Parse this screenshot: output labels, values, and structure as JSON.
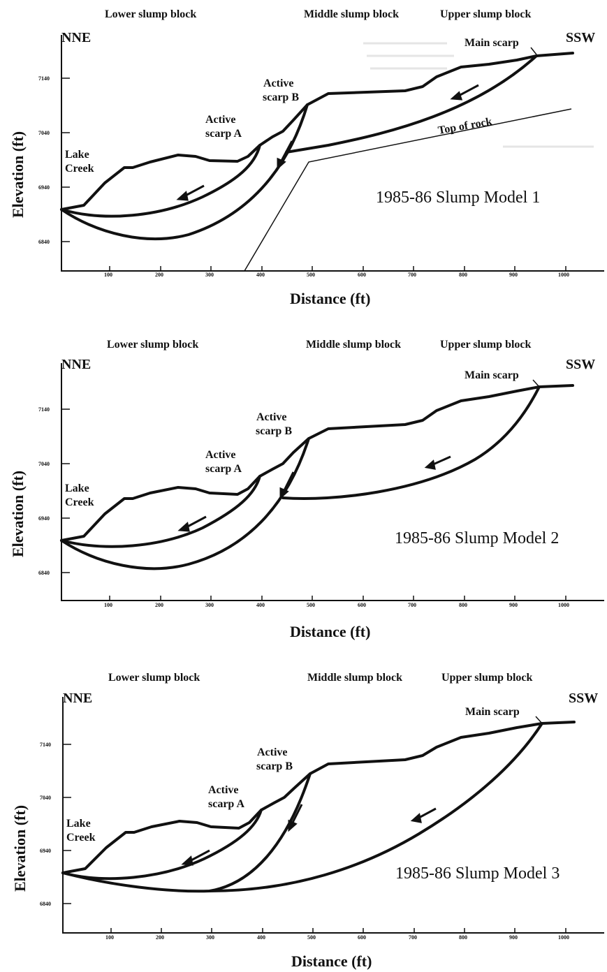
{
  "panels": [
    {
      "title": "1985-86 Slump Model 1",
      "block_labels": {
        "lower": "Lower slump block",
        "middle": "Middle slump block",
        "upper": "Upper slump block"
      },
      "direction_left": "NNE",
      "direction_right": "SSW",
      "annotations": {
        "lake_creek_1": "Lake",
        "lake_creek_2": "Creek",
        "active_a_1": "Active",
        "active_a_2": "scarp A",
        "active_b_1": "Active",
        "active_b_2": "scarp B",
        "main_scarp": "Main scarp",
        "top_of_rock": "Top of rock"
      },
      "y_label": "Elevation (ft)",
      "x_label": "Distance (ft)",
      "y_ticks": [
        "7140",
        "7040",
        "6940",
        "6840"
      ],
      "x_ticks": [
        "100",
        "200",
        "300",
        "400",
        "500",
        "600",
        "700",
        "800",
        "900",
        "1000"
      ]
    },
    {
      "title": "1985-86 Slump Model 2",
      "block_labels": {
        "lower": "Lower slump block",
        "middle": "Middle slump block",
        "upper": "Upper slump block"
      },
      "direction_left": "NNE",
      "direction_right": "SSW",
      "annotations": {
        "lake_creek_1": "Lake",
        "lake_creek_2": "Creek",
        "active_a_1": "Active",
        "active_a_2": "scarp A",
        "active_b_1": "Active",
        "active_b_2": "scarp B",
        "main_scarp": "Main scarp"
      },
      "y_label": "Elevation (ft)",
      "x_label": "Distance (ft)",
      "y_ticks": [
        "7140",
        "7040",
        "6940",
        "6840"
      ],
      "x_ticks": [
        "100",
        "200",
        "300",
        "400",
        "500",
        "600",
        "700",
        "800",
        "900",
        "1000"
      ]
    },
    {
      "title": "1985-86 Slump Model 3",
      "block_labels": {
        "lower": "Lower slump block",
        "middle": "Middle slump block",
        "upper": "Upper slump block"
      },
      "direction_left": "NNE",
      "direction_right": "SSW",
      "annotations": {
        "lake_creek_1": "Lake",
        "lake_creek_2": "Creek",
        "active_a_1": "Active",
        "active_a_2": "scarp A",
        "active_b_1": "Active",
        "active_b_2": "scarp B",
        "main_scarp": "Main scarp"
      },
      "y_label": "Elevation (ft)",
      "x_label": "Distance (ft)",
      "y_ticks": [
        "7140",
        "7040",
        "6940",
        "6840"
      ],
      "x_ticks": [
        "100",
        "200",
        "300",
        "400",
        "500",
        "600",
        "700",
        "800",
        "900",
        "1000"
      ]
    }
  ]
}
